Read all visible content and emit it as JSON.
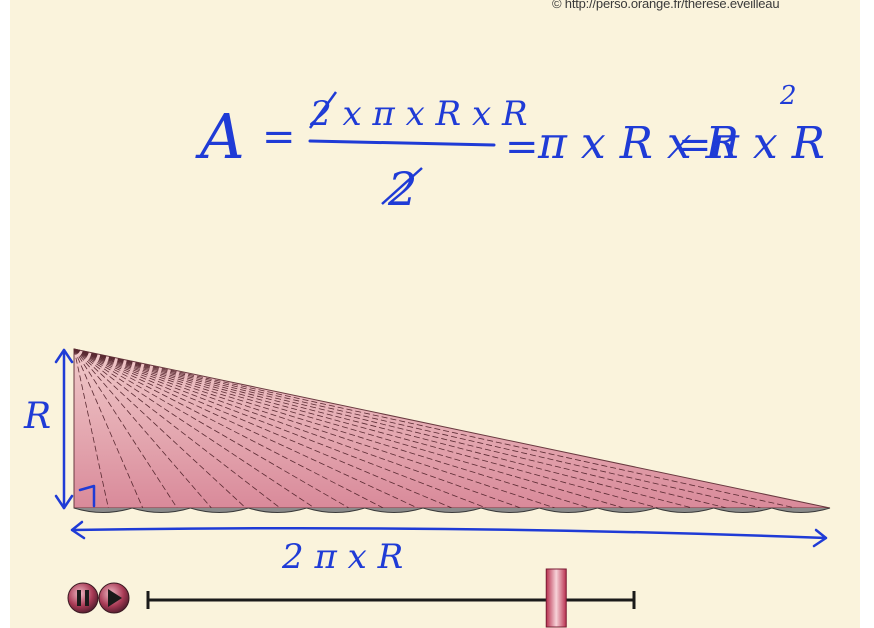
{
  "credit": "© http://perso.orange.fr/therese.eveilleau",
  "formula": {
    "lhs": "A",
    "eq": "=",
    "numerator": "2 x π x R x R",
    "denominator": "2",
    "step2": "π x R x R",
    "step3": "π x R",
    "exponent": "2"
  },
  "labels": {
    "radius": "R",
    "base": "2 π x R"
  },
  "player": {
    "pause_icon": "pause-icon",
    "play_icon": "play-icon",
    "progress": 0.84
  },
  "colors": {
    "background": "#faf3dc",
    "ink": "#1f3bd6",
    "triangle": "#e2a7b0"
  }
}
